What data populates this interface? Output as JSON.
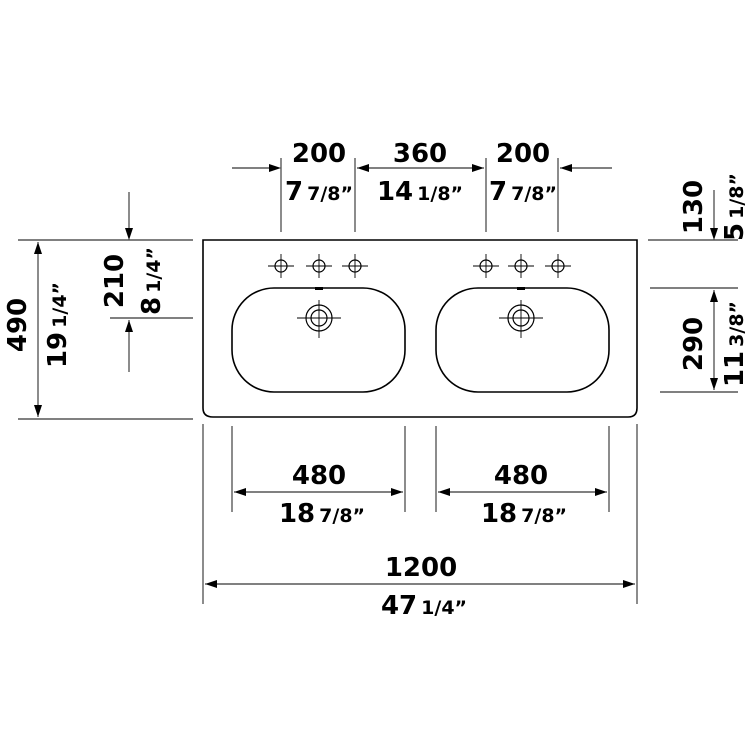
{
  "dimensions": {
    "top_left_spacing": {
      "mm": "200",
      "inch_whole": "7",
      "inch_frac": "7/8”"
    },
    "top_center_spacing": {
      "mm": "360",
      "inch_whole": "14",
      "inch_frac": "1/8”"
    },
    "top_right_spacing": {
      "mm": "200",
      "inch_whole": "7",
      "inch_frac": "7/8”"
    },
    "overall_depth": {
      "mm": "490",
      "inch_whole": "19",
      "inch_frac": "1/4”"
    },
    "drain_from_top": {
      "mm": "210",
      "inch_whole": "8",
      "inch_frac": "1/4”"
    },
    "tap_from_back": {
      "mm": "130",
      "inch_whole": "5",
      "inch_frac": "1/8”"
    },
    "bowl_depth": {
      "mm": "290",
      "inch_whole": "11",
      "inch_frac": "3/8”"
    },
    "left_bowl_width": {
      "mm": "480",
      "inch_whole": "18",
      "inch_frac": "7/8”"
    },
    "right_bowl_width": {
      "mm": "480",
      "inch_whole": "18",
      "inch_frac": "7/8”"
    },
    "overall_width": {
      "mm": "1200",
      "inch_whole": "47",
      "inch_frac": "1/4”"
    }
  }
}
